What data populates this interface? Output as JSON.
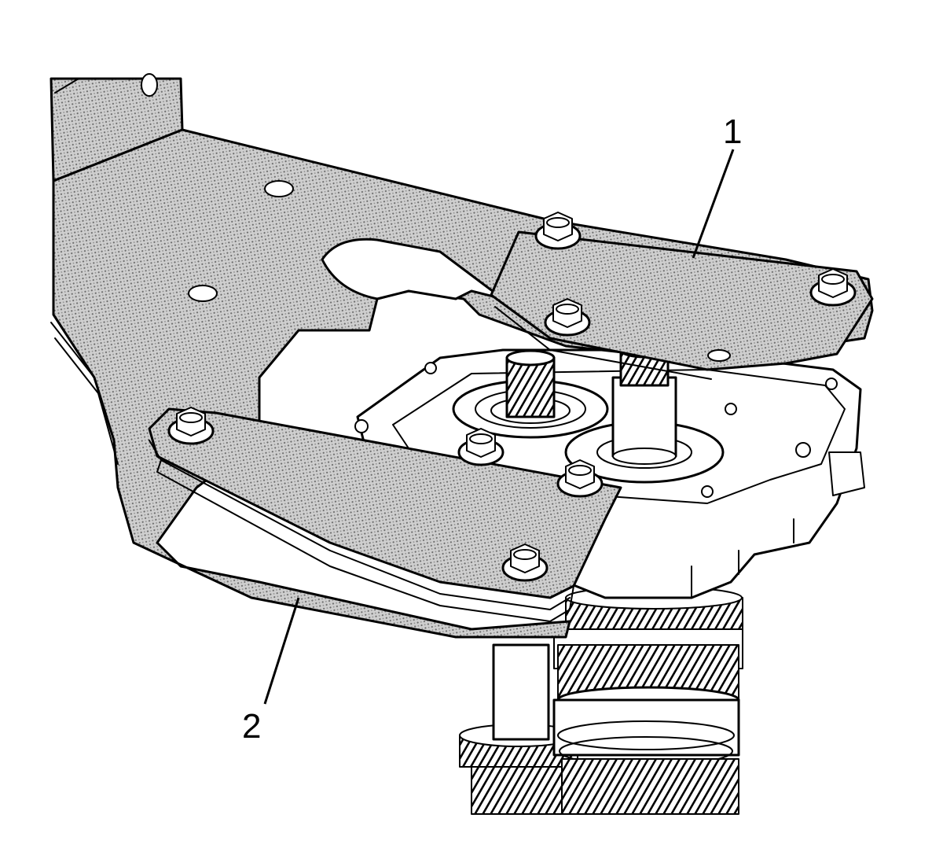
{
  "colors": {
    "ink": "#000000",
    "paper": "#ffffff",
    "hatch_fill": "#cfcfcf",
    "hatch_dot": "#6a6a6a"
  },
  "callouts": [
    {
      "id": "1",
      "label": "1",
      "target": "upper-adapter-plate"
    },
    {
      "id": "2",
      "label": "2",
      "target": "lower-support-plate"
    }
  ]
}
